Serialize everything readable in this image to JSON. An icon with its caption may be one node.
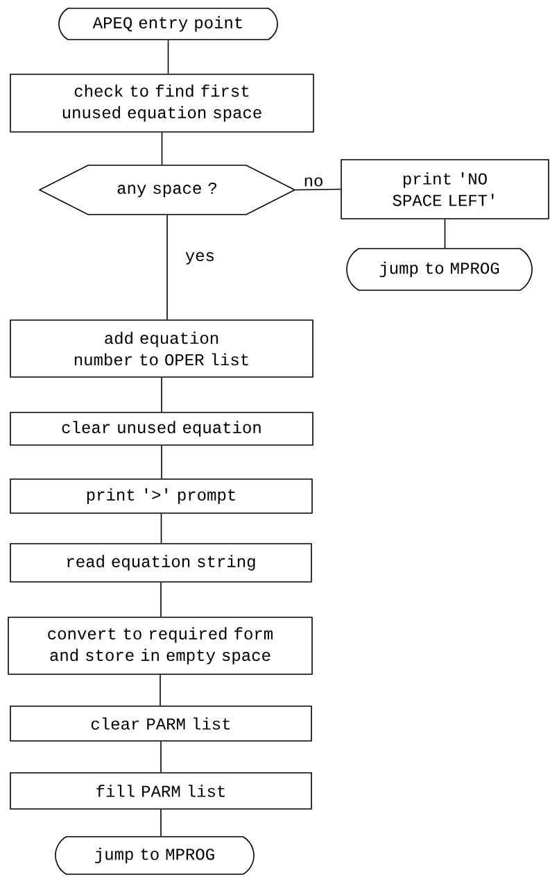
{
  "diagram": {
    "nodes": [
      {
        "text": [
          "APEQ entry point"
        ]
      },
      {
        "text": [
          "check to find first unused equation space"
        ]
      },
      {
        "text": [
          "any space ?"
        ]
      },
      {
        "text": [
          "print 'NO SPACE LEFT'"
        ]
      },
      {
        "text": [
          "jump to MPROG"
        ]
      },
      {
        "text": [
          "add equation number to OPER list"
        ]
      },
      {
        "text": [
          "clear unused equation"
        ]
      },
      {
        "text": [
          "print '>' prompt"
        ]
      },
      {
        "text": [
          "read equation string"
        ]
      },
      {
        "text": [
          "convert to required form and store in empty space"
        ]
      },
      {
        "text": [
          "clear PARM list"
        ]
      },
      {
        "text": [
          "fill PARM list"
        ]
      },
      {
        "text": [
          "jump to MPROG"
        ]
      }
    ],
    "edges": [
      {
        "from": 0,
        "to": 1,
        "arrow": "none"
      },
      {
        "from": 1,
        "to": 2,
        "arrow": "none"
      },
      {
        "from": 2,
        "to": 3,
        "arrow": "none",
        "label": "no"
      },
      {
        "from": 3,
        "to": 4,
        "arrow": "none"
      },
      {
        "from": 2,
        "to": 5,
        "arrow": "none",
        "label": "yes"
      },
      {
        "from": 5,
        "to": 6,
        "arrow": "none"
      },
      {
        "from": 6,
        "to": 7,
        "arrow": "none"
      },
      {
        "from": 7,
        "to": 8,
        "arrow": "none"
      },
      {
        "from": 8,
        "to": 9,
        "arrow": "none"
      },
      {
        "from": 9,
        "to": 10,
        "arrow": "none"
      },
      {
        "from": 10,
        "to": 11,
        "arrow": "none"
      },
      {
        "from": 11,
        "to": 12,
        "arrow": "none"
      }
    ]
  }
}
